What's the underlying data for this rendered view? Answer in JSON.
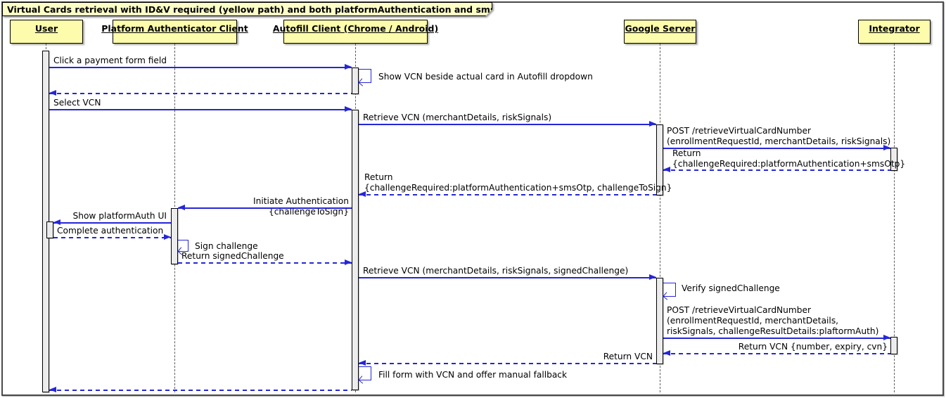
{
  "diagram_type": "uml-sequence-diagram",
  "title": "Virtual Cards retrieval with ID&V required (yellow path) and both platformAuthentication and smsOtp returned",
  "participants": [
    {
      "label": "User"
    },
    {
      "label": "Platform Authenticator Client"
    },
    {
      "label": "Autofill Client (Chrome / Android)"
    },
    {
      "label": "Google Server"
    },
    {
      "label": "Integrator"
    }
  ],
  "messages": [
    {
      "from": "User",
      "to": "Autofill Client (Chrome / Android)",
      "type": "solid",
      "label": "Click a payment form field"
    },
    {
      "from": "Autofill Client (Chrome / Android)",
      "to": "Autofill Client (Chrome / Android)",
      "type": "self",
      "label": "Show VCN beside actual card in Autofill dropdown"
    },
    {
      "from": "Autofill Client (Chrome / Android)",
      "to": "User",
      "type": "return-dashed",
      "label": ""
    },
    {
      "from": "User",
      "to": "Autofill Client (Chrome / Android)",
      "type": "solid",
      "label": "Select VCN"
    },
    {
      "from": "Autofill Client (Chrome / Android)",
      "to": "Google Server",
      "type": "solid",
      "label": "Retrieve VCN (merchantDetails, riskSignals)"
    },
    {
      "from": "Google Server",
      "to": "Integrator",
      "type": "solid",
      "label": "POST /retrieveVirtualCardNumber\n(enrollmentRequestId, merchantDetails, riskSignals)"
    },
    {
      "from": "Integrator",
      "to": "Google Server",
      "type": "return-dashed",
      "label": "Return\n{challengeRequired:platformAuthentication+smsOtp}"
    },
    {
      "from": "Google Server",
      "to": "Autofill Client (Chrome / Android)",
      "type": "return-dashed",
      "label": "Return\n{challengeRequired:platformAuthentication+smsOtp, challengeToSign}"
    },
    {
      "from": "Autofill Client (Chrome / Android)",
      "to": "Platform Authenticator Client",
      "type": "solid",
      "label": "Initiate Authentication {challengeToSign}"
    },
    {
      "from": "Platform Authenticator Client",
      "to": "User",
      "type": "solid",
      "label": "Show platformAuth UI"
    },
    {
      "from": "User",
      "to": "Platform Authenticator Client",
      "type": "return-dashed",
      "label": "Complete authentication"
    },
    {
      "from": "Platform Authenticator Client",
      "to": "Platform Authenticator Client",
      "type": "self",
      "label": "Sign challenge"
    },
    {
      "from": "Platform Authenticator Client",
      "to": "Autofill Client (Chrome / Android)",
      "type": "return-dashed",
      "label": "Return signedChallenge"
    },
    {
      "from": "Autofill Client (Chrome / Android)",
      "to": "Google Server",
      "type": "solid",
      "label": "Retrieve VCN (merchantDetails, riskSignals, signedChallenge)"
    },
    {
      "from": "Google Server",
      "to": "Google Server",
      "type": "self",
      "label": "Verify signedChallenge"
    },
    {
      "from": "Google Server",
      "to": "Integrator",
      "type": "solid",
      "label": "POST /retrieveVirtualCardNumber\n(enrollmentRequestId, merchantDetails,\nriskSignals, challengeResultDetails:plaftormAuth)"
    },
    {
      "from": "Integrator",
      "to": "Google Server",
      "type": "return-dashed",
      "label": "Return VCN {number, expiry, cvn}"
    },
    {
      "from": "Google Server",
      "to": "Autofill Client (Chrome / Android)",
      "type": "return-dashed",
      "label": "Return VCN"
    },
    {
      "from": "Autofill Client (Chrome / Android)",
      "to": "Autofill Client (Chrome / Android)",
      "type": "self",
      "label": "Fill form with VCN and offer manual fallback"
    },
    {
      "from": "Autofill Client (Chrome / Android)",
      "to": "User",
      "type": "return-dashed",
      "label": ""
    }
  ],
  "colors": {
    "arrow": "#2626D8",
    "participant_fill": "#FCFCAC",
    "title_fill": "#FDFDC6",
    "activation_fill": "#ECECEC",
    "border": "#000000",
    "frame": "#4A4A4A"
  }
}
